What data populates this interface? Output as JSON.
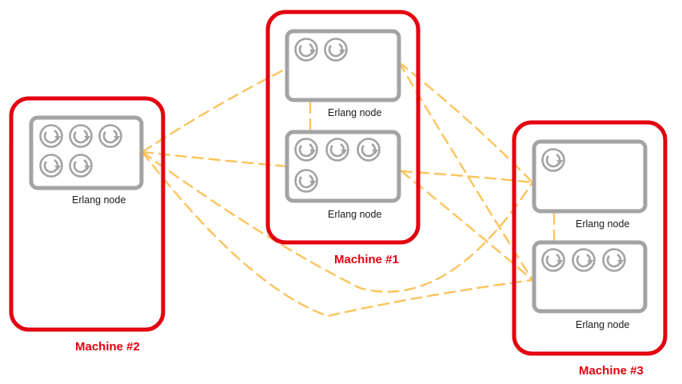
{
  "machines": [
    {
      "id": "m2",
      "label": "Machine #2"
    },
    {
      "id": "m1",
      "label": "Machine #1"
    },
    {
      "id": "m3",
      "label": "Machine #3"
    }
  ],
  "nodes": [
    {
      "id": "m2n1",
      "machine": "m2",
      "label": "Erlang node",
      "processes": 5
    },
    {
      "id": "m1n1",
      "machine": "m1",
      "label": "Erlang node",
      "processes": 2
    },
    {
      "id": "m1n2",
      "machine": "m1",
      "label": "Erlang node",
      "processes": 4
    },
    {
      "id": "m3n1",
      "machine": "m3",
      "label": "Erlang node",
      "processes": 1
    },
    {
      "id": "m3n2",
      "machine": "m3",
      "label": "Erlang node",
      "processes": 3
    }
  ],
  "connections": [
    [
      "m2n1",
      "m1n1"
    ],
    [
      "m2n1",
      "m1n2"
    ],
    [
      "m2n1",
      "m3n1"
    ],
    [
      "m2n1",
      "m3n2"
    ],
    [
      "m1n1",
      "m1n2"
    ],
    [
      "m1n1",
      "m3n1"
    ],
    [
      "m1n1",
      "m3n2"
    ],
    [
      "m1n2",
      "m3n1"
    ],
    [
      "m1n2",
      "m3n2"
    ],
    [
      "m3n1",
      "m3n2"
    ]
  ],
  "colors": {
    "machine_border": "#e3000f",
    "node_border": "#a3a3a3",
    "connection": "#fcc35c",
    "process_icon": "#a3a3a3"
  },
  "icons": {
    "process": "circular-arrow-icon"
  }
}
